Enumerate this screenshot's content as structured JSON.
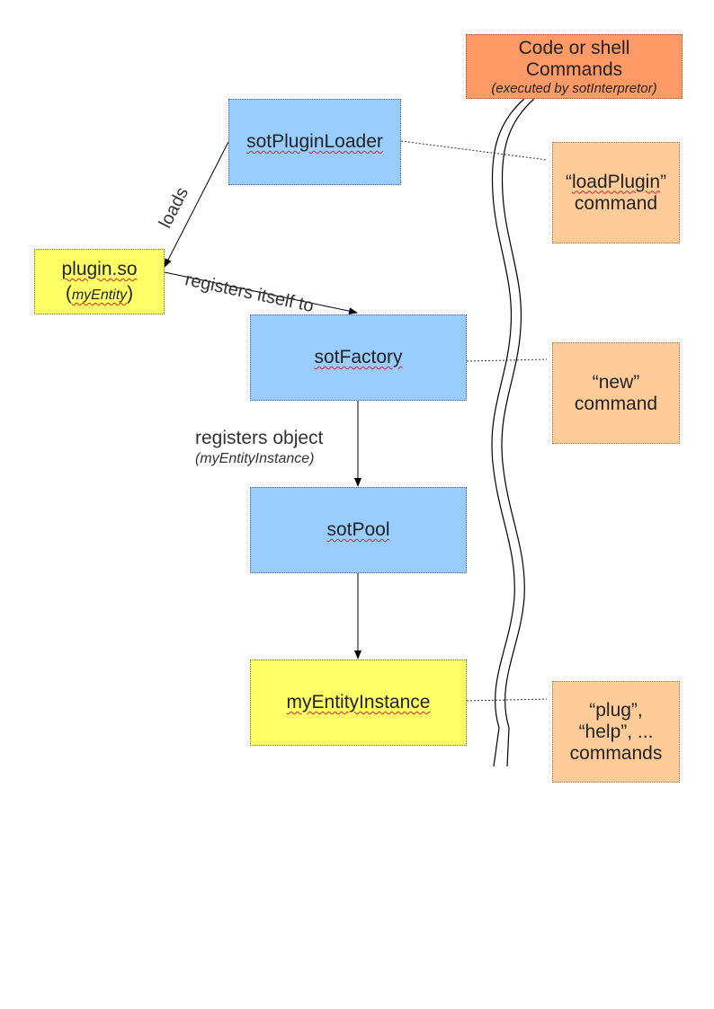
{
  "nodes": {
    "plugin_loader": {
      "label": "sotPluginLoader"
    },
    "plugin_so": {
      "label": "plugin.so",
      "sub_open": "(",
      "sub_name": "myEntity",
      "sub_close": ")"
    },
    "factory": {
      "label": "sotFactory"
    },
    "pool": {
      "label": "sotPool"
    },
    "instance": {
      "label": "myEntityInstance"
    }
  },
  "commands": {
    "header": {
      "line1": "Code or shell",
      "line2": "Commands",
      "sub": "(executed by sotInterpretor)"
    },
    "load_plugin": {
      "open": "“",
      "name": "loadPlugin",
      "close": "”",
      "line2": "command"
    },
    "new_cmd": {
      "line1": "“new”",
      "line2": "command"
    },
    "plug_cmd": {
      "line1": "“plug”,",
      "line2": "“help”, ...",
      "line3": "commands"
    }
  },
  "edges": {
    "loads": "loads",
    "registers_itself": "registers itself to",
    "registers_object": "registers object",
    "registers_object_sub": "(myEntityInstance)"
  },
  "colors": {
    "node_blue": "#99ccff",
    "node_yellow": "#ffff66",
    "command_peach": "#ffcc99",
    "header_orange": "#ff9966"
  }
}
